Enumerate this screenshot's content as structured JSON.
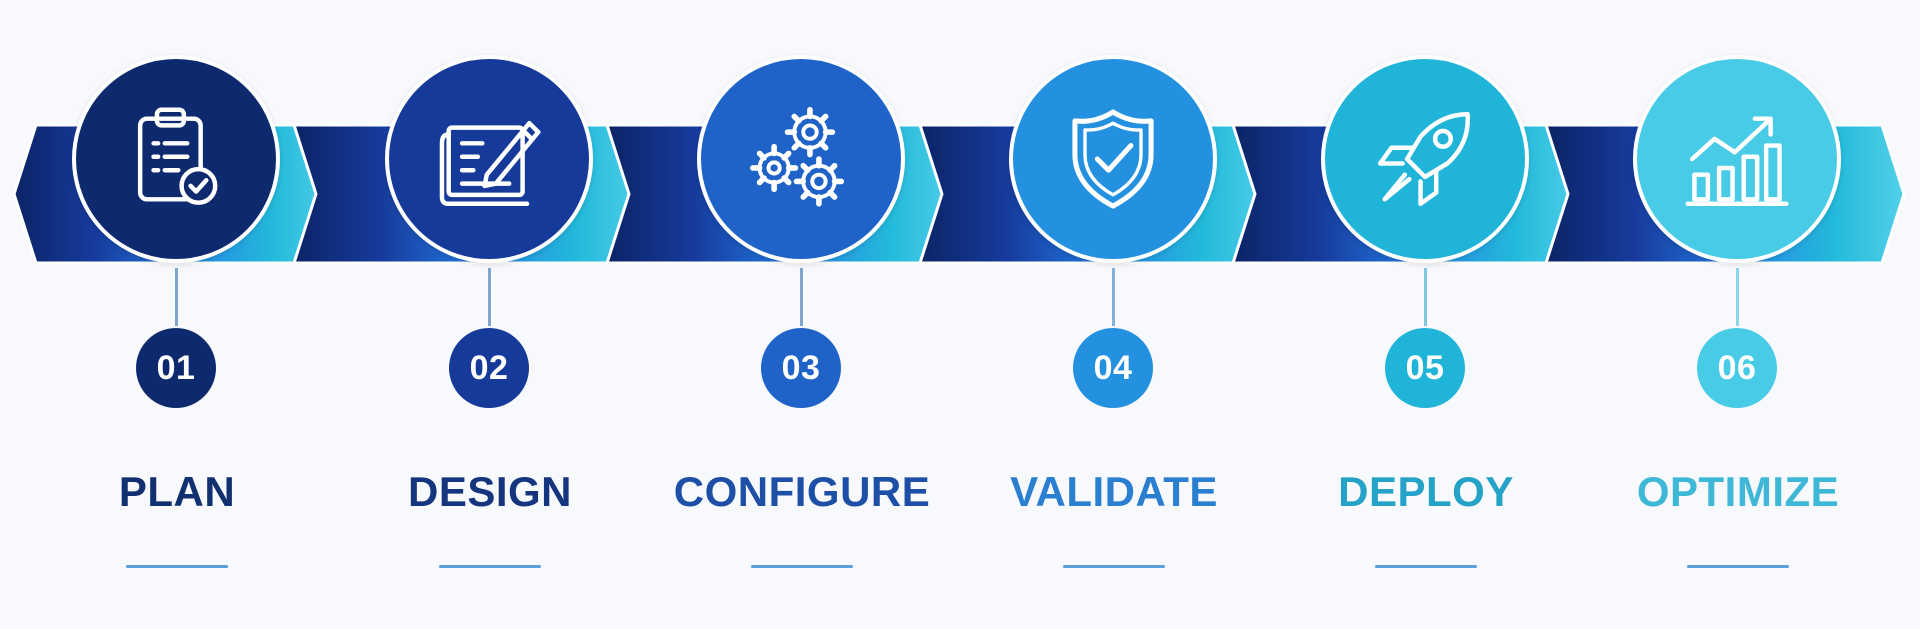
{
  "steps": [
    {
      "number": "01",
      "label": "PLAN",
      "icon": "clipboard-check-icon",
      "color": "#0e2a6e",
      "label_color": "#11306f",
      "connector_color": "#7fa6cf"
    },
    {
      "number": "02",
      "label": "DESIGN",
      "icon": "blueprint-pencil-icon",
      "color": "#163a9a",
      "label_color": "#16357f",
      "connector_color": "#7fa6cf"
    },
    {
      "number": "03",
      "label": "CONFIGURE",
      "icon": "gears-icon",
      "color": "#1f63c9",
      "label_color": "#1e4fa7",
      "connector_color": "#7fa6cf"
    },
    {
      "number": "04",
      "label": "VALIDATE",
      "icon": "shield-check-icon",
      "color": "#2391e0",
      "label_color": "#2a7fd0",
      "connector_color": "#7fb3dd"
    },
    {
      "number": "05",
      "label": "DEPLOY",
      "icon": "rocket-icon",
      "color": "#20b5d8",
      "label_color": "#24a2c8",
      "connector_color": "#7fc6de"
    },
    {
      "number": "06",
      "label": "OPTIMIZE",
      "icon": "growth-chart-icon",
      "color": "#48cbe6",
      "label_color": "#3fb8d8",
      "connector_color": "#8fd3e6"
    }
  ]
}
